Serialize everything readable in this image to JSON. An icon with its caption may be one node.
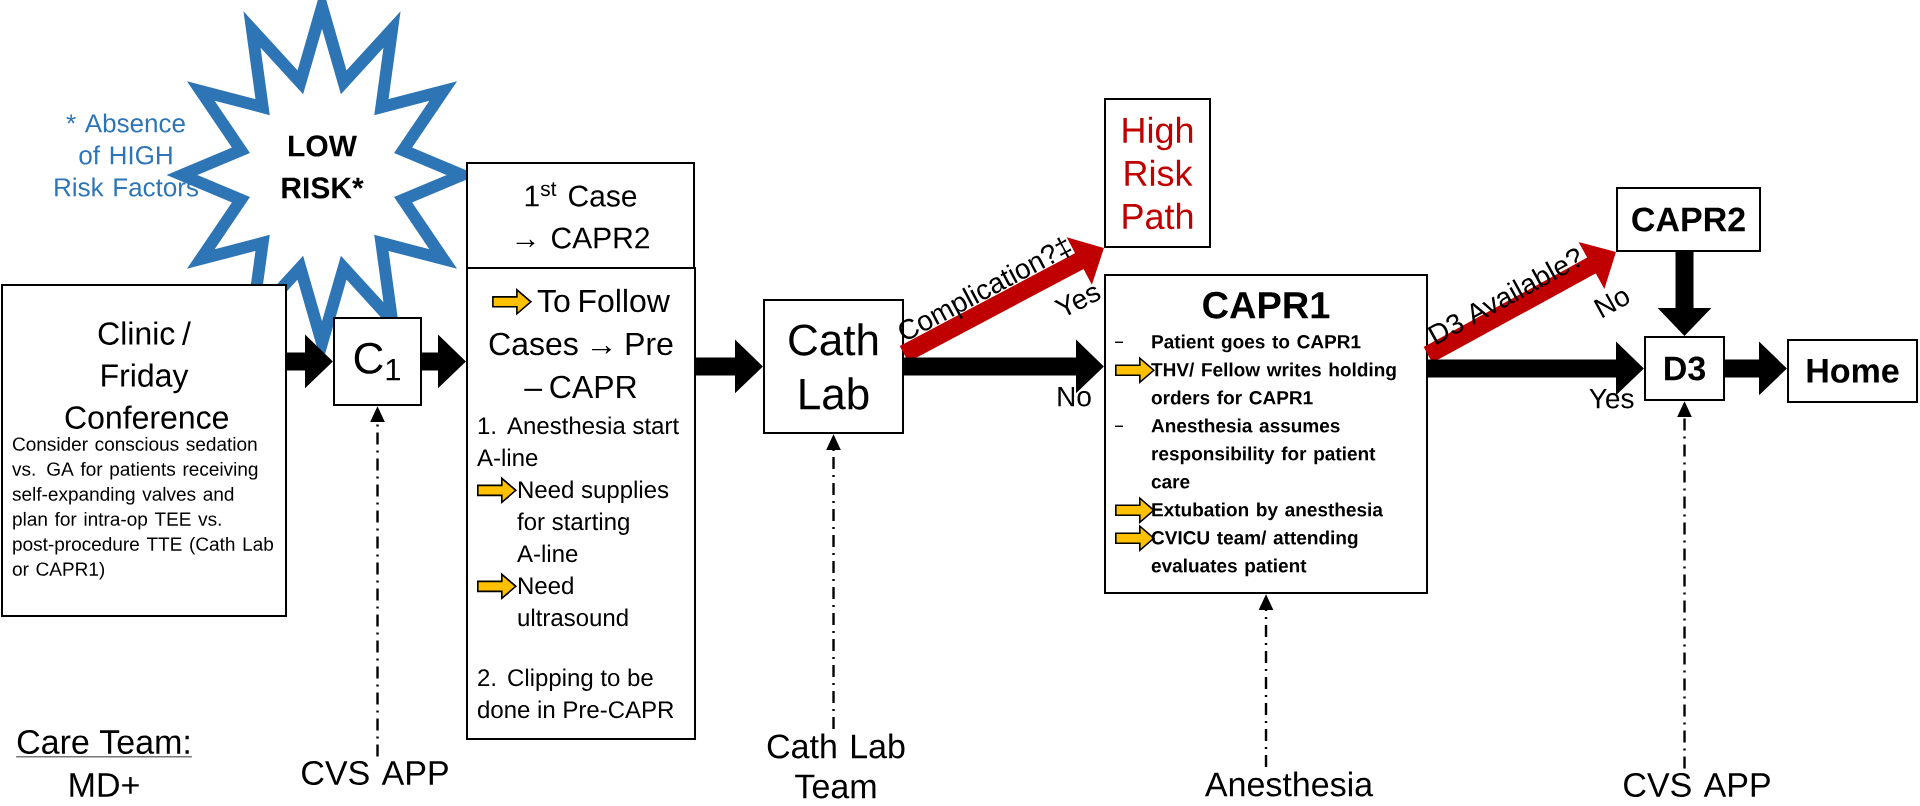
{
  "diagram": {
    "nodes": [
      {
        "text": [
          "LOW RISK*"
        ],
        "beside": [
          "* Absence of HIGH Risk Factors"
        ]
      },
      {
        "text": [
          "Clinic / Friday Conference",
          "Consider conscious sedation vs. GA for patients receiving self-expanding valves and plan for intra-op TEE vs. post-procedure TTE (Cath Lab or CAPR1)"
        ]
      },
      {
        "text": [
          "C$_{1}$"
        ]
      },
      {
        "text": [
          "1$^{st}$ Case → CAPR2"
        ]
      },
      {
        "text": [
          "To Follow Cases → Pre – CAPR",
          "1. Anesthesia start A-line",
          "Need supplies for starting A-line",
          "Need ultrasound",
          "2. Clipping to be done in Pre-CAPR"
        ]
      },
      {
        "text": [
          "Cath Lab"
        ]
      },
      {
        "text": [
          "High Risk Path"
        ]
      },
      {
        "text": [
          "CAPR1",
          "Patient goes to CAPR1",
          "THV/ Fellow writes holding orders for CAPR1",
          "Anesthesia assumes responsibility for patient care",
          "Extubation by anesthesia",
          "CVICU team/ attending evaluates patient"
        ]
      },
      {
        "text": [
          "CAPR2"
        ]
      },
      {
        "text": [
          "D3"
        ]
      },
      {
        "text": [
          "Home"
        ]
      },
      {
        "text": [
          "CVS APP"
        ]
      },
      {
        "text": [
          "Cath Lab Team"
        ]
      },
      {
        "text": [
          "Anesthesia"
        ]
      },
      {
        "text": [
          "CVS APP"
        ]
      }
    ],
    "edges": [
      {
        "from": 1,
        "to": 2,
        "arrow": "to"
      },
      {
        "from": 2,
        "to": 4,
        "arrow": "to"
      },
      {
        "from": 4,
        "to": 5,
        "arrow": "to"
      },
      {
        "from": 5,
        "to": 6,
        "arrow": "to",
        "label": "Complication?‡",
        "color": "#c00000"
      },
      {
        "from": 5,
        "to": 7,
        "arrow": "to",
        "label": "No"
      },
      {
        "from": 7,
        "to": 8,
        "arrow": "to",
        "label": "D3 Available?",
        "color": "#c00000"
      },
      {
        "from": 7,
        "to": 9,
        "arrow": "to",
        "label": "Yes"
      },
      {
        "from": 8,
        "to": 9,
        "arrow": "to"
      },
      {
        "from": 9,
        "to": 10,
        "arrow": "to"
      },
      {
        "from": 11,
        "to": 2,
        "arrow": "to",
        "style": "dashed"
      },
      {
        "from": 12,
        "to": 5,
        "arrow": "to",
        "style": "dashed"
      },
      {
        "from": 13,
        "to": 7,
        "arrow": "to",
        "style": "dashed"
      },
      {
        "from": 14,
        "to": 9,
        "arrow": "to",
        "style": "dashed"
      }
    ],
    "labels": [
      "Yes",
      "No",
      "Care Team:",
      "MD+"
    ]
  }
}
